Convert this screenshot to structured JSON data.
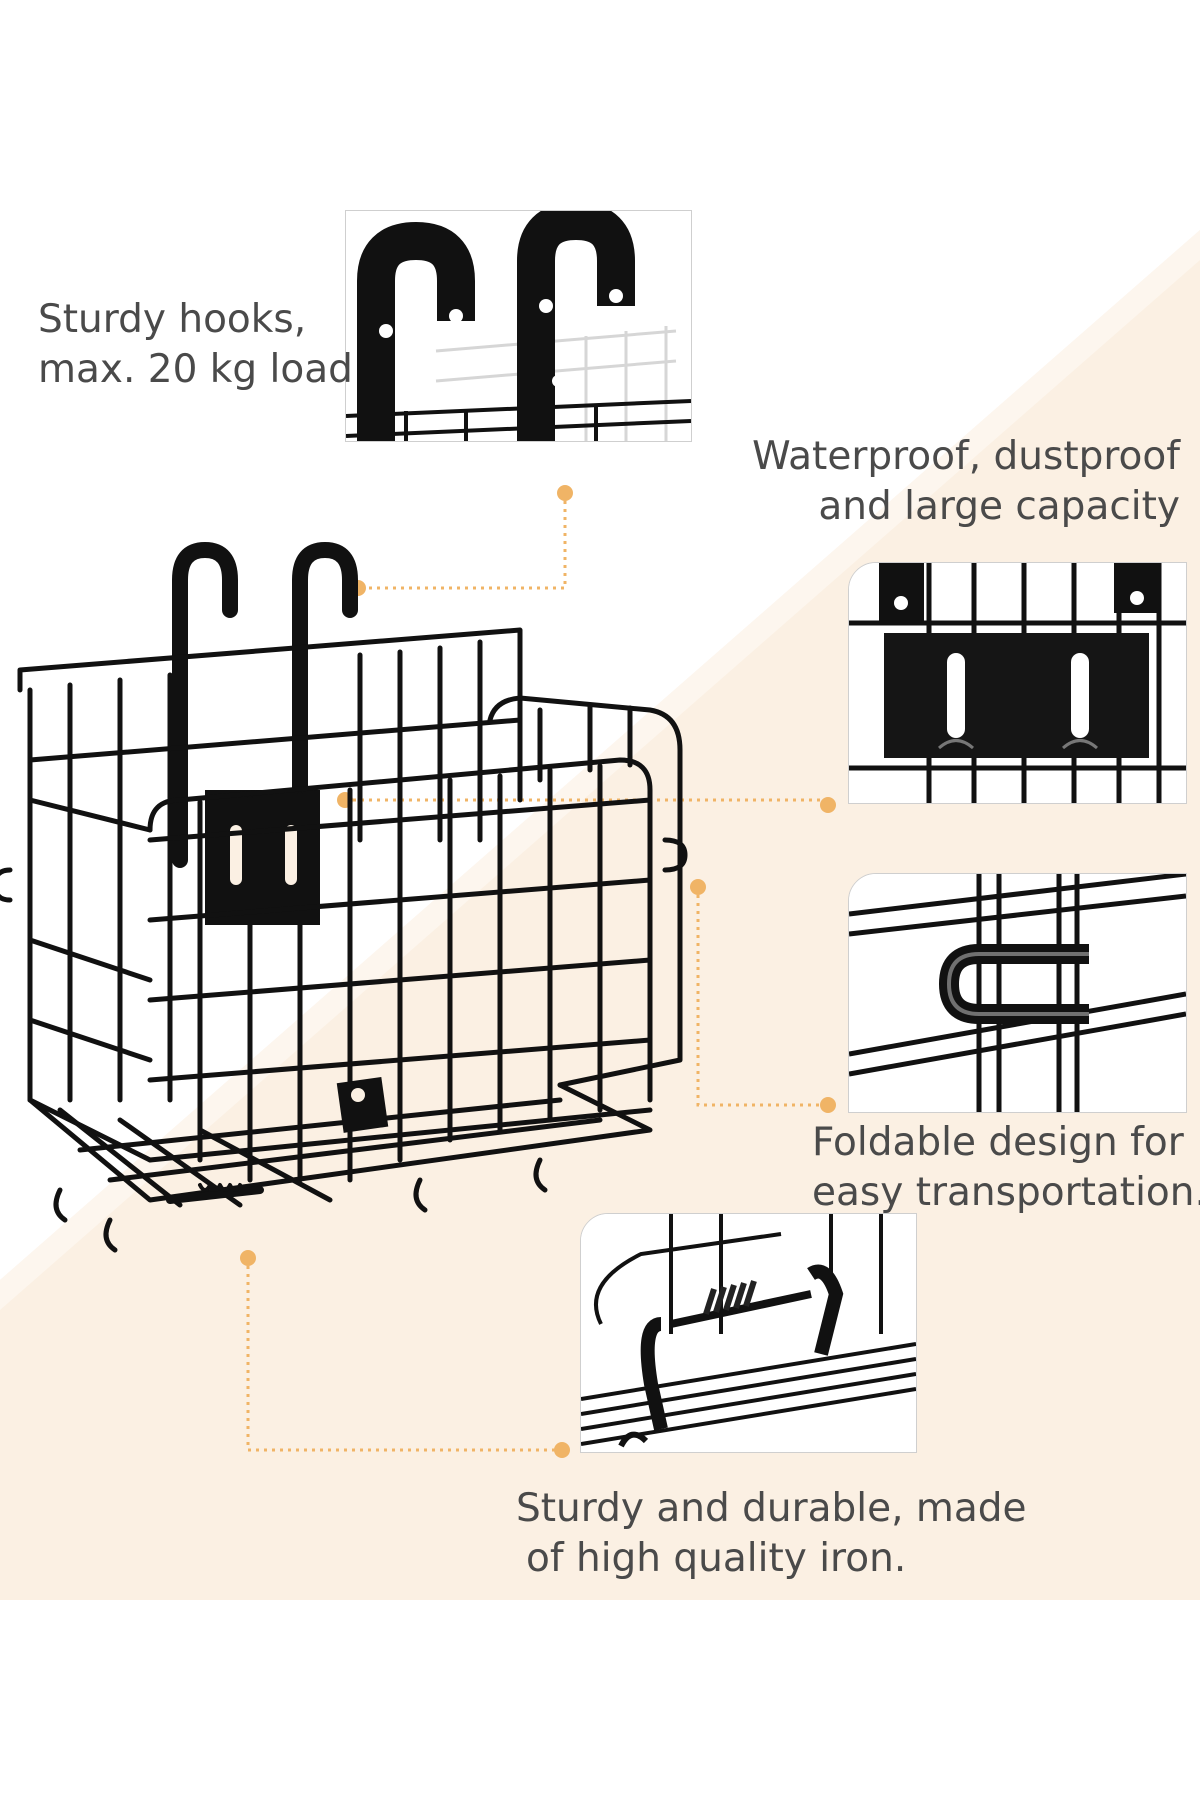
{
  "features": {
    "hooks": {
      "line1": "Sturdy hooks,",
      "line2": "max. 20 kg load"
    },
    "waterproof": {
      "line1": "Waterproof, dustproof",
      "line2": "and large capacity"
    },
    "foldable": {
      "line1": "Foldable design for",
      "line2": "easy transportation."
    },
    "durable": {
      "line1": "Sturdy and durable, made",
      "line2": "of high quality iron."
    }
  },
  "colors": {
    "background": "#ffffff",
    "cream_band": "#fbf0e3",
    "text": "#4a4a4a",
    "callout_dot": "#f0b466",
    "callout_line": "#f0b466",
    "metal": "#111111"
  },
  "icons": {
    "hooks": "hooks-closeup-icon",
    "plate": "mounting-plate-closeup-icon",
    "clip": "fold-clip-closeup-icon",
    "spring": "spring-hinge-closeup-icon",
    "basket": "wire-basket-icon"
  }
}
